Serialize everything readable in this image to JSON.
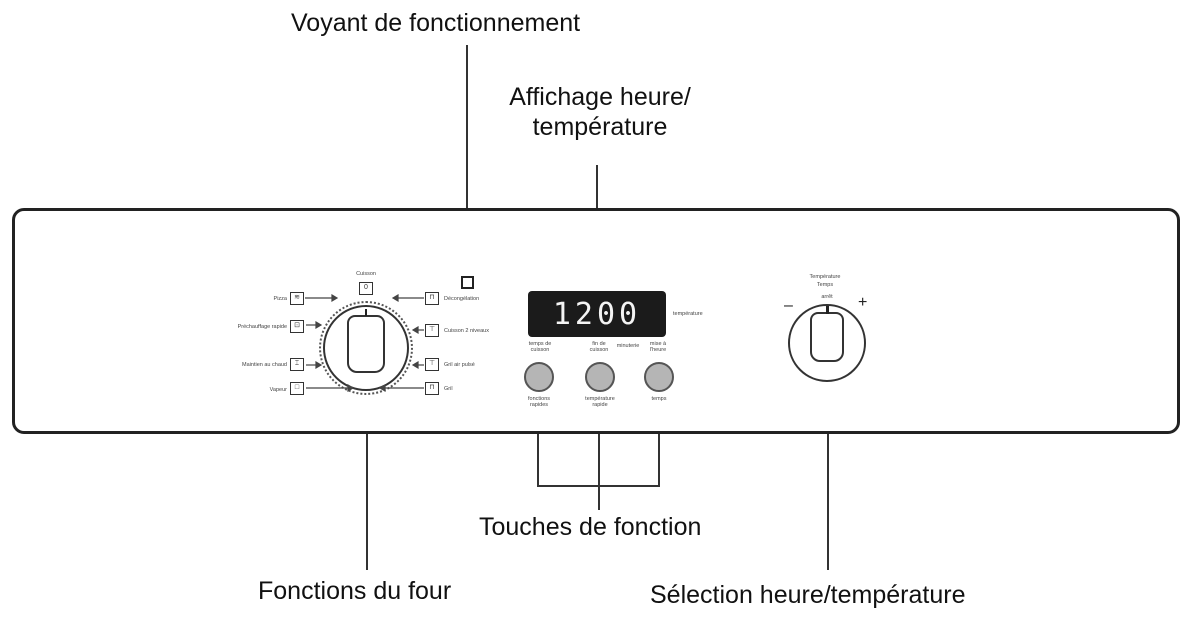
{
  "callouts": {
    "voyant": "Voyant de fonctionnement",
    "affichage_line1": "Affichage heure/",
    "affichage_line2": "température",
    "touches": "Touches de fonction",
    "fonctions": "Fonctions du four",
    "selection": "Sélection heure/température"
  },
  "panel": {
    "display_value": "1200",
    "display_side_label": "température",
    "function_knob": {
      "top_label": "Cuisson",
      "top_icon": "0",
      "left_items": [
        {
          "label": "Pizza",
          "icon": "≋"
        },
        {
          "label": "Préchauffage rapide",
          "icon": "⊡"
        },
        {
          "label": "Maintien au chaud",
          "icon": "⌶"
        },
        {
          "label": "Vapeur",
          "icon": "□"
        }
      ],
      "right_items": [
        {
          "label": "Décongélation",
          "icon": "⊓"
        },
        {
          "label": "Cuisson 2 niveaux",
          "icon": "⊤"
        },
        {
          "label": "Gril air pulsé",
          "icon": "⊤"
        },
        {
          "label": "Gril",
          "icon": "⊓"
        }
      ]
    },
    "display_top_labels": [
      "temps de cuisson",
      "fin de cuisson",
      "minuterie",
      "mise à l'heure"
    ],
    "buttons": [
      {
        "label": "fonctions rapides"
      },
      {
        "label": "température rapide"
      },
      {
        "label": "temps"
      }
    ],
    "temp_knob": {
      "label_line1": "Température",
      "label_line2": "Temps",
      "center_label": "arrêt",
      "minus": "–",
      "plus": "+"
    }
  }
}
